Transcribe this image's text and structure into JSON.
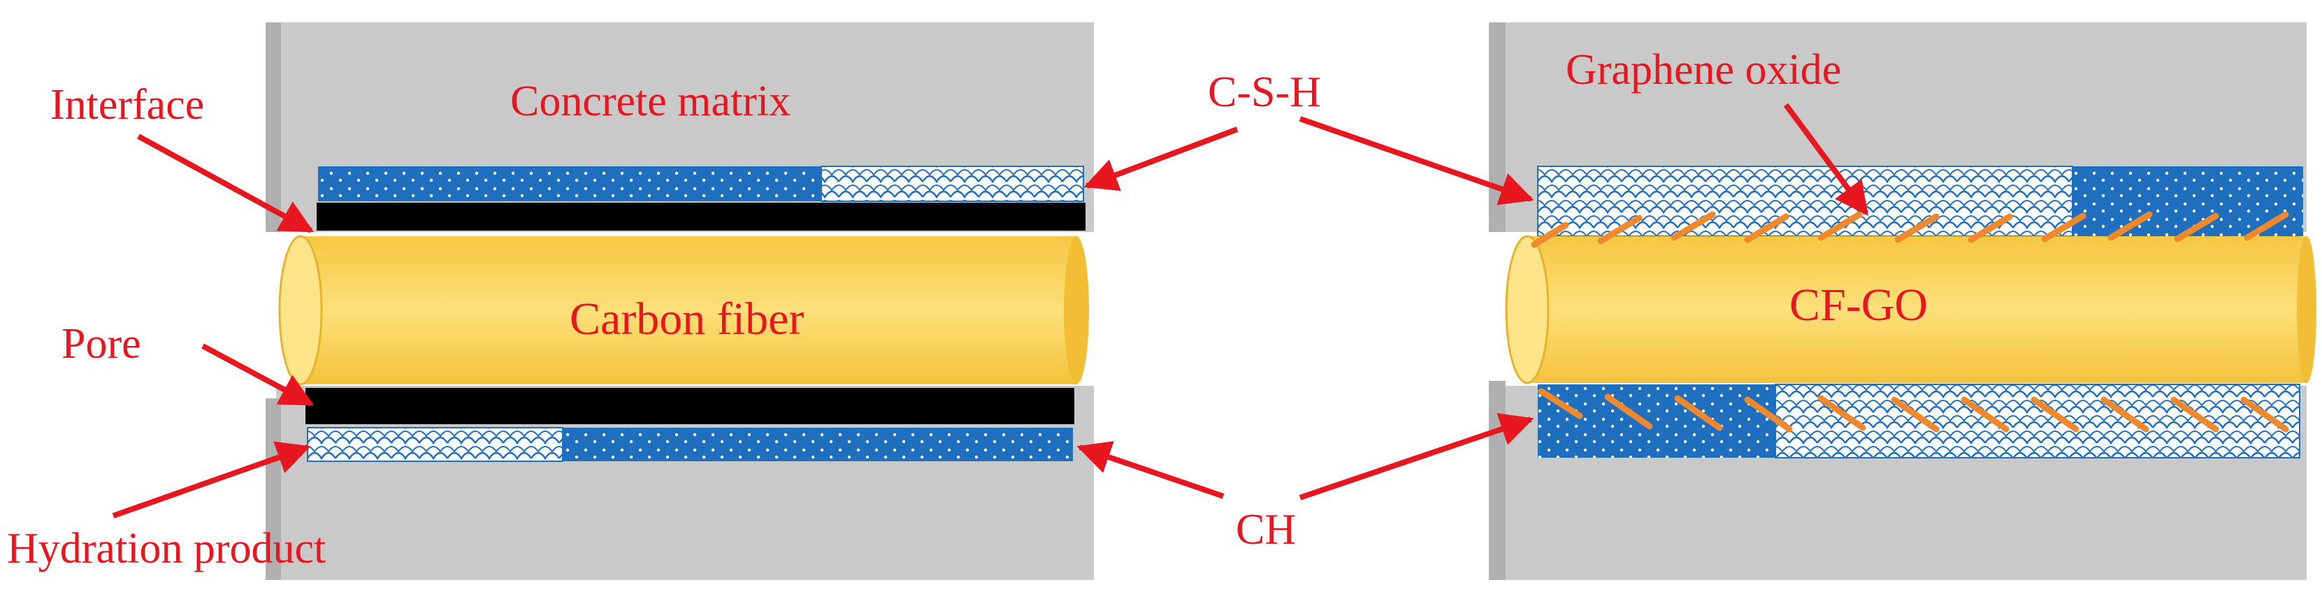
{
  "labels": {
    "interface": "Interface",
    "concrete_matrix": "Concrete matrix",
    "pore": "Pore",
    "hydration_product": "Hydration product",
    "carbon_fiber": "Carbon fiber",
    "csh": "C-S-H",
    "ch": "CH",
    "graphene_oxide": "Graphene oxide",
    "cf_go": "CF-GO"
  },
  "colors": {
    "label_red": "#e8161e",
    "concrete_gray": "#c8c8c8",
    "fiber_yellow": "#fcd862",
    "ch_blue": "#1f6fbf",
    "go_orange": "#f0882d",
    "pore_black": "#000000"
  }
}
